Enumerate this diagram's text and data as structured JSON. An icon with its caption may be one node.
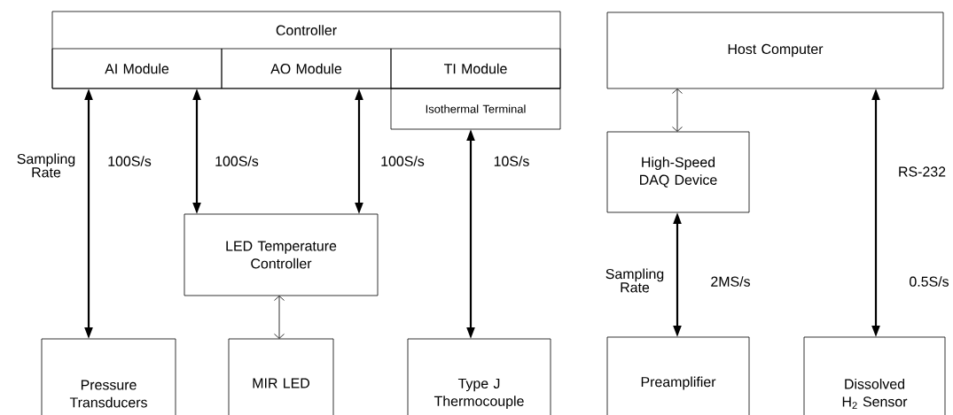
{
  "diagram": {
    "nodes": [
      {
        "text": [
          "Controller"
        ]
      },
      {
        "text": [
          "AI Module"
        ],
        "in": 0
      },
      {
        "text": [
          "AO Module"
        ],
        "in": 0
      },
      {
        "text": [
          "TI Module"
        ],
        "in": 0
      },
      {
        "text": [
          "Isothermal Terminal"
        ]
      },
      {
        "text": [
          "Host Computer"
        ]
      },
      {
        "text": [
          "High-Speed DAQ Device"
        ]
      },
      {
        "text": [
          "LED Temperature Controller"
        ]
      },
      {
        "text": [
          "Pressure Transducers"
        ]
      },
      {
        "text": [
          "MIR LED"
        ]
      },
      {
        "text": [
          "Type J Thermocouple"
        ]
      },
      {
        "text": [
          "Preamplifier"
        ]
      },
      {
        "text": [
          "Dissolved H$_{2}$ Sensor"
        ]
      }
    ],
    "edges": [
      {
        "from": 1,
        "to": 8,
        "arrow": "both",
        "label": "100S/s"
      },
      {
        "from": 1,
        "to": 7,
        "arrow": "both",
        "label": "100S/s"
      },
      {
        "from": 2,
        "to": 7,
        "arrow": "both",
        "label": "100S/s"
      },
      {
        "from": 4,
        "to": 10,
        "arrow": "both",
        "label": "10S/s"
      },
      {
        "from": 7,
        "to": 9,
        "arrow": "both"
      },
      {
        "from": 5,
        "to": 6,
        "arrow": "both"
      },
      {
        "from": 6,
        "to": 11,
        "arrow": "both",
        "label": "2MS/s"
      },
      {
        "from": 5,
        "to": 12,
        "arrow": "both",
        "label": "RS-232"
      }
    ],
    "labels": [
      "Sampling Rate",
      "Sampling Rate",
      "0.5S/s"
    ]
  }
}
